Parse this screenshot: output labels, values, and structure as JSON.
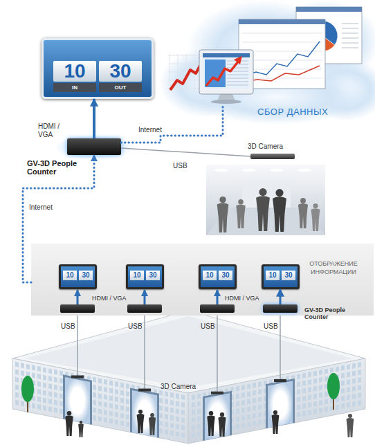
{
  "diagram": {
    "nodes": [
      {
        "text": [
          "10",
          "IN",
          "30",
          "OUT"
        ]
      },
      {
        "text": [
          "СБОР ДАННЫХ"
        ]
      },
      {
        "text": [
          "GV-3D People Counter"
        ]
      },
      {
        "text": [
          "3D Camera"
        ]
      },
      {
        "text": [
          "ОТОБРАЖЕНИЕ ИНФОРМАЦИИ"
        ]
      },
      {
        "text": [
          "10",
          "30"
        ],
        "in": 4
      },
      {
        "text": [
          "10",
          "30"
        ],
        "in": 4
      },
      {
        "text": [
          "10",
          "30"
        ],
        "in": 4
      },
      {
        "text": [
          "10",
          "30"
        ],
        "in": 4
      },
      {
        "text": [
          "GV-3D People Counter"
        ],
        "in": 4
      }
    ],
    "edges": [
      {
        "from": 2,
        "to": 0,
        "arrow": "to",
        "label": "HDMI / VGA"
      },
      {
        "from": 2,
        "to": 1,
        "arrow": "none",
        "label": "Internet"
      },
      {
        "from": 2,
        "to": 3,
        "arrow": "none",
        "label": "USB"
      },
      {
        "from": 4,
        "to": 2,
        "arrow": "to",
        "label": "Internet"
      },
      {
        "from": 9,
        "to": 8,
        "arrow": "to"
      }
    ],
    "labels": [
      "HDMI / VGA",
      "HDMI / VGA",
      "USB",
      "USB",
      "USB",
      "USB",
      "3D Camera"
    ]
  }
}
